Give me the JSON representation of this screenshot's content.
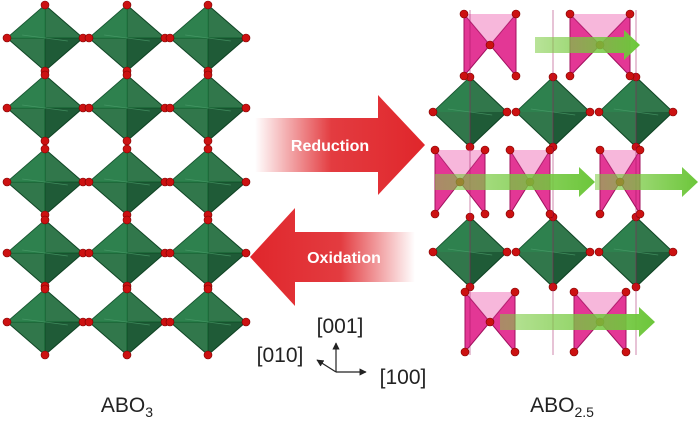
{
  "arrows": {
    "forward_label": "Reduction",
    "reverse_label": "Oxidation",
    "forward_color": "#e0262b",
    "reverse_color": "#e0262b"
  },
  "axes": {
    "z": "[001]",
    "y": "[010]",
    "x": "[100]"
  },
  "structures": {
    "left": {
      "base": "ABO",
      "sub": "3"
    },
    "right": {
      "base": "ABO",
      "sub": "2.5"
    }
  },
  "colors": {
    "octahedron": "#1f6b3c",
    "octahedron_dark": "#0f4424",
    "tetrahedron": "#e0218a",
    "oxygen": "#cc1111",
    "vacancy_channel": "#7fcc45"
  },
  "icons": {
    "octahedron": "octahedron-icon",
    "tetrahedron": "tetrahedron-icon",
    "oxygen_atom": "oxygen-atom-icon",
    "channel_arrow": "channel-arrow-icon"
  }
}
